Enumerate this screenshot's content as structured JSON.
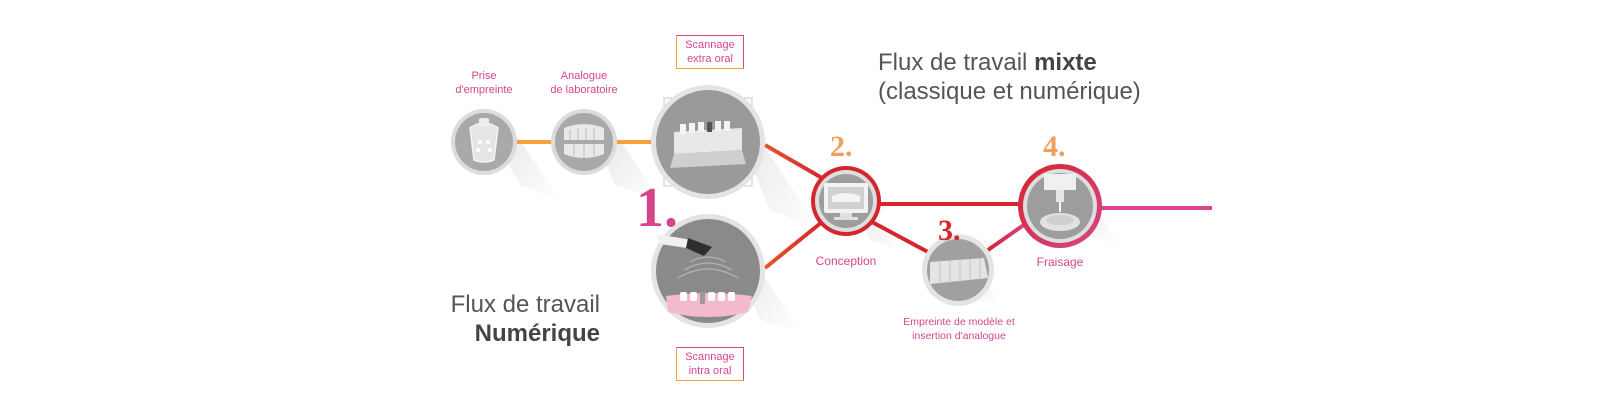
{
  "mixed_title": {
    "regular": "Flux de travail ",
    "bold": "mixte",
    "line2": "(classique et numérique)"
  },
  "digital_title": {
    "line1": "Flux de travail",
    "bold": "Numérique"
  },
  "scan_extra": {
    "line1": "Scannage",
    "line2": "extra oral"
  },
  "scan_intra": {
    "line1": "Scannage",
    "line2": "intra oral"
  },
  "prise": {
    "line1": "Prise",
    "line2": "d'empreinte"
  },
  "analogue": {
    "line1": "Analogue",
    "line2": "de laboratoire"
  },
  "conception": "Conception",
  "empreinte_modele": {
    "line1": "Empreinte de modèle et",
    "line2": "insertion d'analogue"
  },
  "fraisage": "Fraisage",
  "steps": [
    "1.",
    "2.",
    "3.",
    "4."
  ],
  "colors": {
    "orange": "#f3a23c",
    "red": "#d4262e",
    "magenta": "#d6458c",
    "icon_gray": "#8c8c8c"
  }
}
